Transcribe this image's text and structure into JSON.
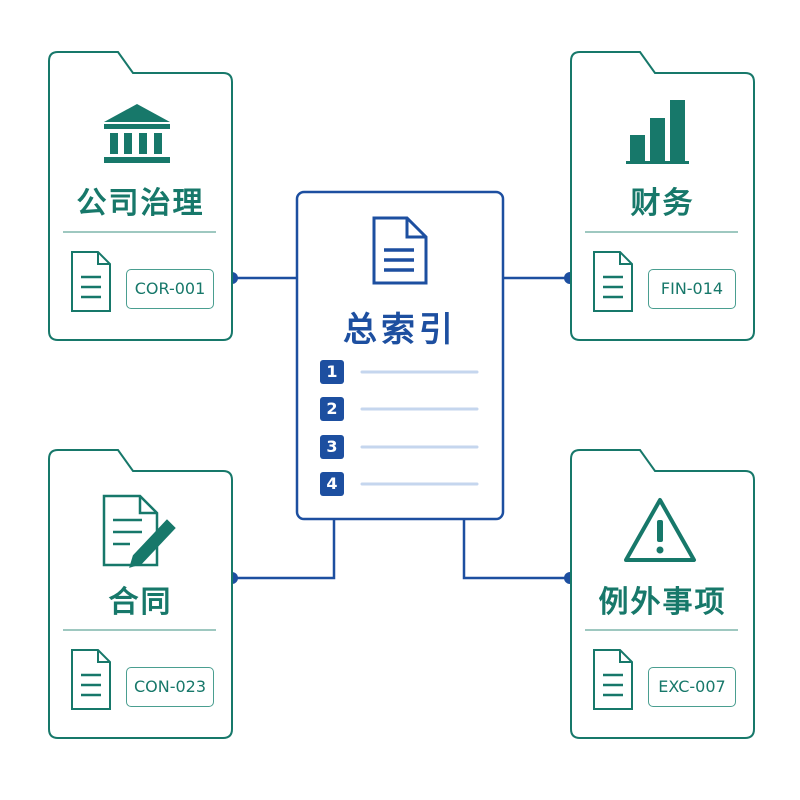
{
  "center": {
    "title": "总索引",
    "items": [
      {
        "number": "1"
      },
      {
        "number": "2"
      },
      {
        "number": "3"
      },
      {
        "number": "4"
      }
    ]
  },
  "folders": [
    {
      "title": "公司治理",
      "code": "COR-001",
      "icon": "bank-icon"
    },
    {
      "title": "财务",
      "code": "FIN-014",
      "icon": "bar-chart-icon"
    },
    {
      "title": "合同",
      "code": "CON-023",
      "icon": "contract-signing-icon"
    },
    {
      "title": "例外事项",
      "code": "EXC-007",
      "icon": "warning-icon"
    }
  ],
  "colors": {
    "folder_accent": "#17786a",
    "index_accent": "#1d4fa0",
    "connector": "#1d4fa0",
    "index_lines": "#c5d6ee"
  }
}
